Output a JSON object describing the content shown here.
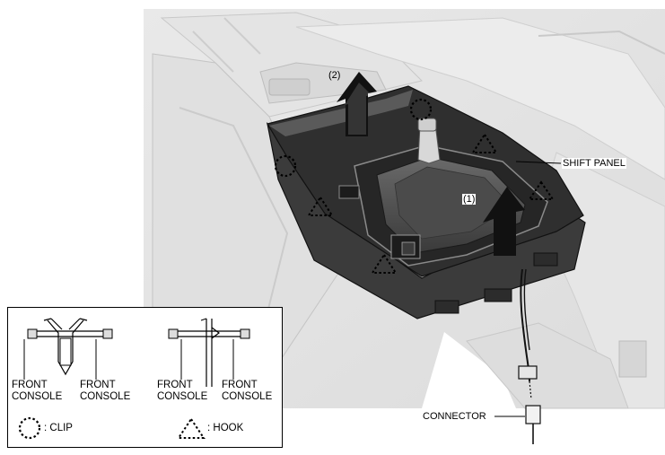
{
  "labels": {
    "shift_panel": "SHIFT PANEL",
    "connector": "CONNECTOR",
    "step_1": "(1)",
    "step_2": "(2)"
  },
  "legend": {
    "clip_detail": {
      "left": "FRONT\nCONSOLE",
      "right": "FRONT\nCONSOLE"
    },
    "hook_detail": {
      "left": "FRONT\nCONSOLE",
      "right": "FRONT\nCONSOLE"
    },
    "clip_key": ": CLIP",
    "hook_key": ": HOOK"
  },
  "icons": [
    "clip-marker-icon",
    "hook-marker-icon",
    "up-arrow-icon",
    "connector-icon"
  ],
  "colors": {
    "panel": "#2e2e2e",
    "background_gray": "#e3e3e3",
    "marker": "#000000"
  }
}
